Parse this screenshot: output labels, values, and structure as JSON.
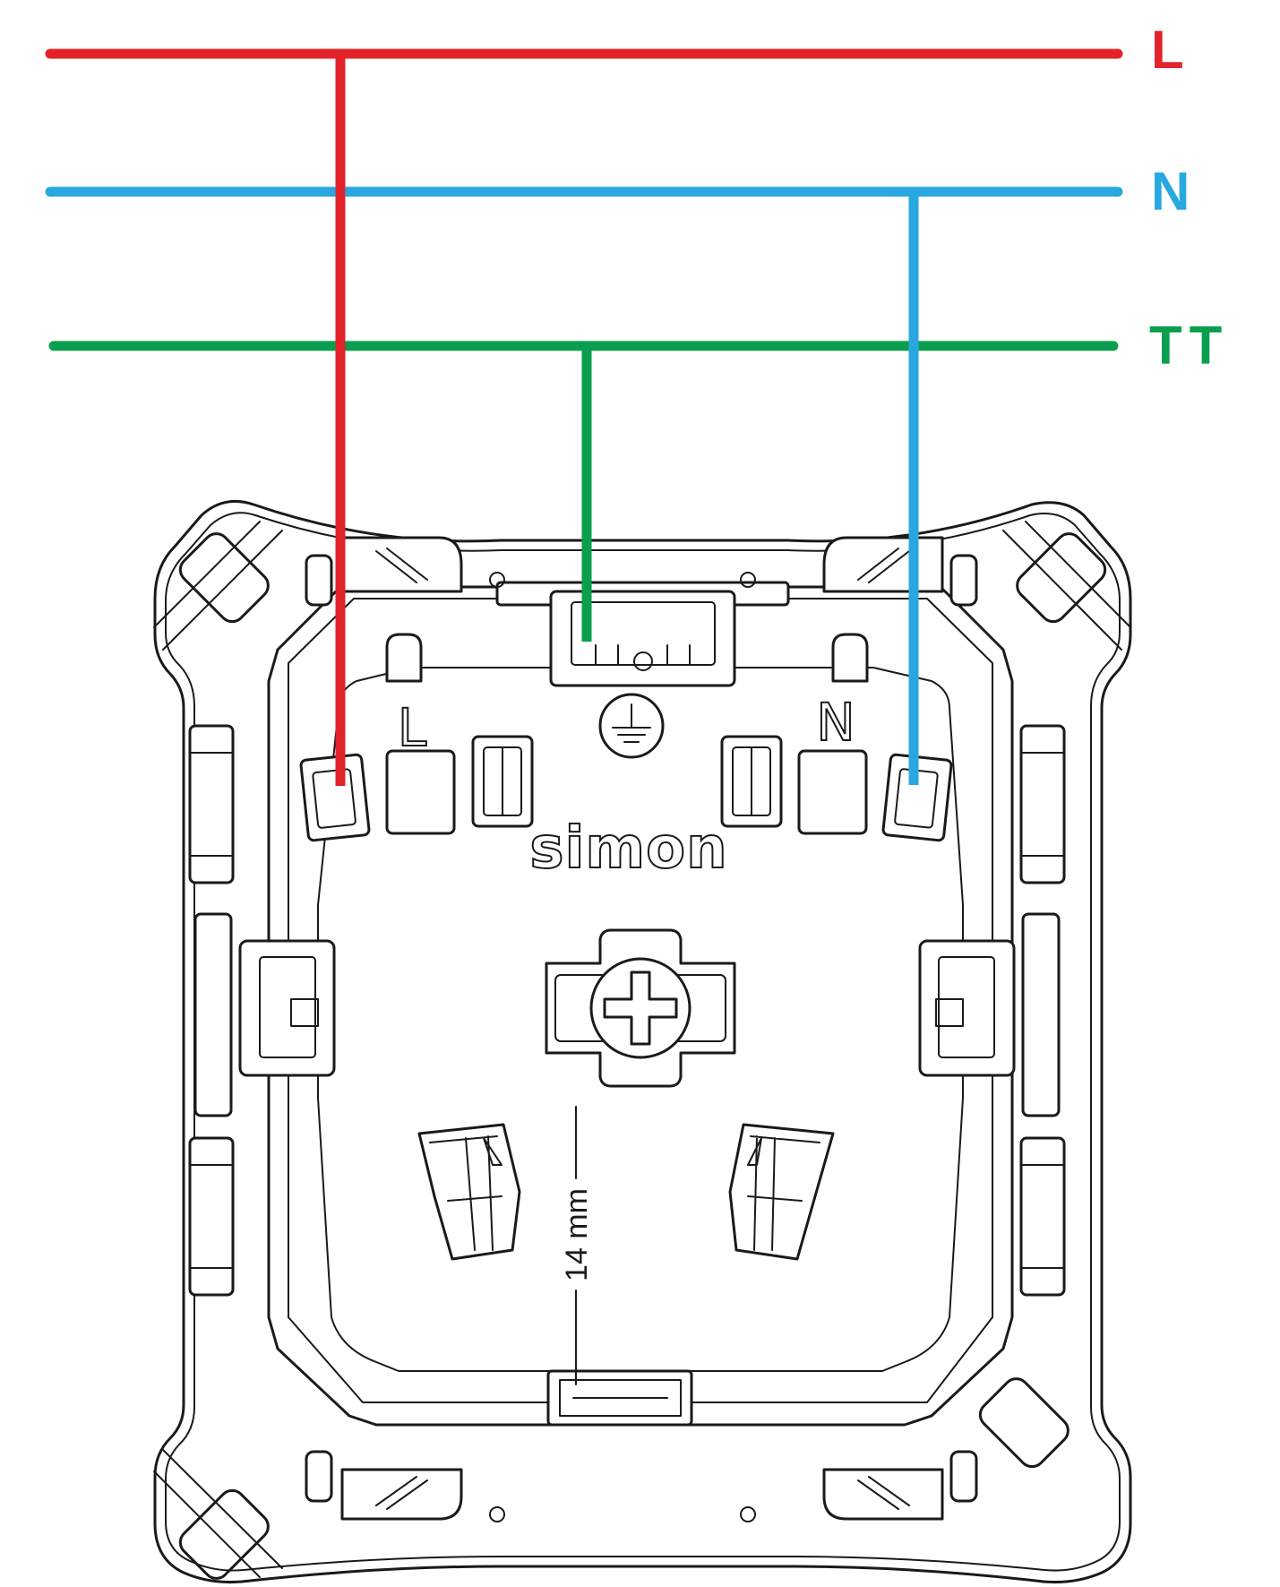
{
  "wires": {
    "live": {
      "label": "L",
      "color": "#e3232b"
    },
    "neutral": {
      "label": "N",
      "color": "#29a8e0"
    },
    "earth": {
      "label": "TT",
      "color": "#0a9e4f"
    }
  },
  "socket": {
    "brand": "simon",
    "terminal_left_label": "L",
    "terminal_right_label": "N",
    "earth_symbol": "protective-earth-icon",
    "dimension_label": "14 mm"
  }
}
